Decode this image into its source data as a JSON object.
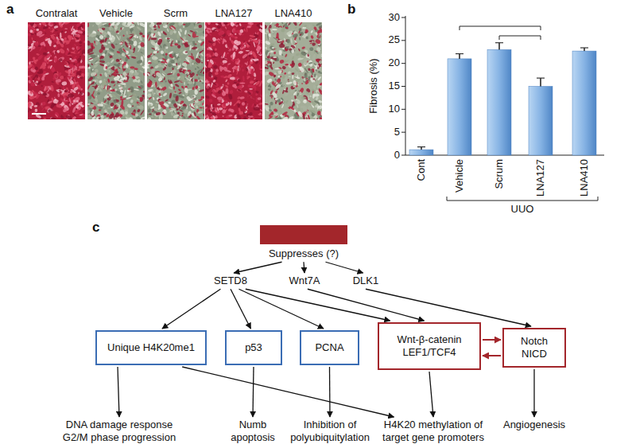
{
  "diagram": {
    "nodes": [
      {
        "text": [
          "Suppresses (?)"
        ]
      },
      {
        "text": [
          "SETD8"
        ]
      },
      {
        "text": [
          "Wnt7A"
        ]
      },
      {
        "text": [
          "DLK1"
        ]
      },
      {
        "text": [
          "Unique H4K20me1"
        ]
      },
      {
        "text": [
          "p53"
        ]
      },
      {
        "text": [
          "PCNA"
        ]
      },
      {
        "text": [
          "Wnt-β-catenin LEF1/TCF4"
        ]
      },
      {
        "text": [
          "Notch NICD"
        ]
      },
      {
        "text": [
          "DNA damage response G2/M phase progression"
        ]
      },
      {
        "text": [
          "Numb apoptosis"
        ]
      },
      {
        "text": [
          "Inhibition of polyubiquitylation"
        ]
      },
      {
        "text": [
          "H4K20 methylation of target gene promoters"
        ]
      },
      {
        "text": [
          "Angiogenesis"
        ]
      }
    ],
    "edges": [
      {
        "from": 0,
        "to": 1,
        "arrow": "to"
      },
      {
        "from": 0,
        "to": 2,
        "arrow": "to"
      },
      {
        "from": 0,
        "to": 3,
        "arrow": "to"
      },
      {
        "from": 1,
        "to": 4,
        "arrow": "to"
      },
      {
        "from": 1,
        "to": 5,
        "arrow": "to"
      },
      {
        "from": 1,
        "to": 6,
        "arrow": "to"
      },
      {
        "from": 1,
        "to": 7,
        "arrow": "to"
      },
      {
        "from": 2,
        "to": 7,
        "arrow": "to"
      },
      {
        "from": 3,
        "to": 8,
        "arrow": "to"
      },
      {
        "from": 7,
        "to": 8,
        "arrow": "to"
      },
      {
        "from": 8,
        "to": 7,
        "arrow": "to"
      },
      {
        "from": 4,
        "to": 9,
        "arrow": "to"
      },
      {
        "from": 4,
        "to": 12,
        "arrow": "to"
      },
      {
        "from": 5,
        "to": 10,
        "arrow": "to"
      },
      {
        "from": 6,
        "to": 11,
        "arrow": "to"
      },
      {
        "from": 7,
        "to": 12,
        "arrow": "to"
      },
      {
        "from": 8,
        "to": 13,
        "arrow": "to"
      }
    ],
    "labels": [
      "a",
      "b",
      "c",
      "Contralat",
      "Vehicle",
      "Scrm",
      "LNA127",
      "LNA410",
      "Fibrosis (%)",
      "0",
      "5",
      "10",
      "15",
      "20",
      "25",
      "30",
      "Cont",
      "Vehicle",
      "Scrum",
      "LNA127",
      "LNA410",
      "UUO"
    ]
  }
}
